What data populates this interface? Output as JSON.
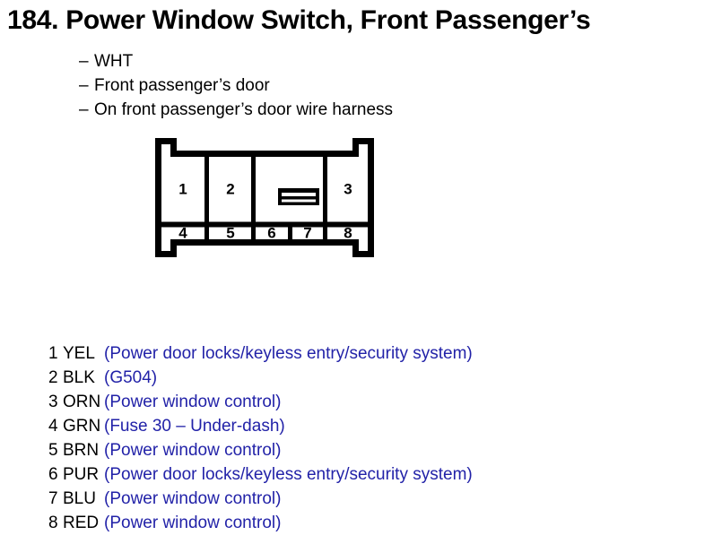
{
  "page": {
    "title": "184. Power Window Switch, Front Passenger’s",
    "background_color": "#ffffff",
    "text_color": "#000000",
    "description_color": "#2222a8"
  },
  "specs": {
    "dash": "–",
    "items": [
      "WHT",
      "Front passenger’s door",
      "On front passenger’s door wire harness"
    ]
  },
  "connector": {
    "name": "8-pin connector diagram",
    "top_row_pins": [
      "1",
      "2",
      "3"
    ],
    "bottom_row_pins": [
      "4",
      "5",
      "6",
      "7",
      "8"
    ],
    "latch": "latch-tab"
  },
  "legend": {
    "open_paren": "(",
    "close_paren": ")",
    "rows": [
      {
        "pin": "1",
        "color": "YEL",
        "desc": "(Power door locks/keyless entry/security system)"
      },
      {
        "pin": "2",
        "color": "BLK",
        "desc": "(G504)"
      },
      {
        "pin": "3",
        "color": "ORN",
        "desc": "(Power window control)"
      },
      {
        "pin": "4",
        "color": "GRN",
        "desc": "(Fuse 30 – Under-dash)"
      },
      {
        "pin": "5",
        "color": "BRN",
        "desc": "(Power window control)"
      },
      {
        "pin": "6",
        "color": "PUR",
        "desc": "(Power door locks/keyless entry/security system)"
      },
      {
        "pin": "7",
        "color": "BLU",
        "desc": "(Power window control)"
      },
      {
        "pin": "8",
        "color": "RED",
        "desc": "(Power window control)"
      }
    ]
  }
}
